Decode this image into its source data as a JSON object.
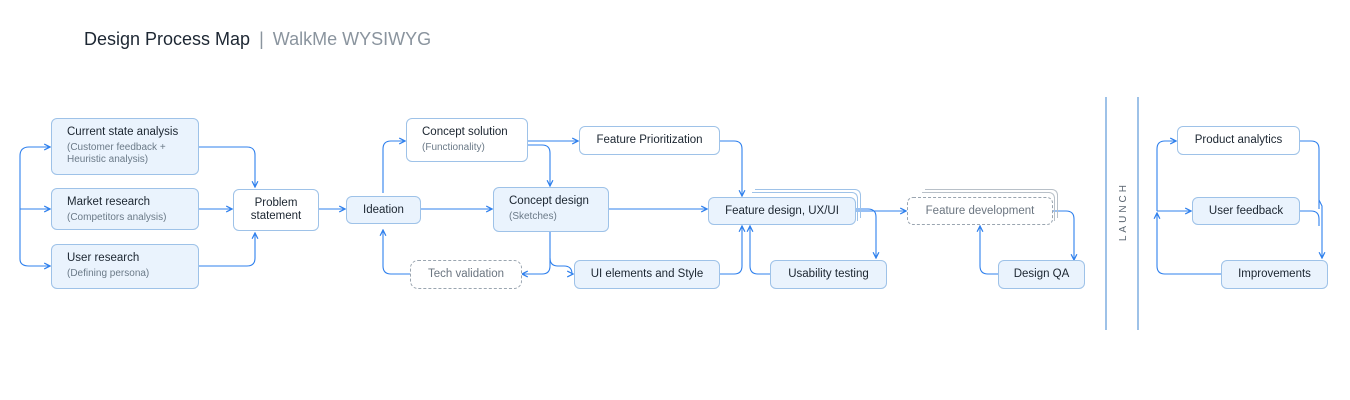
{
  "header": {
    "title": "Design Process Map",
    "separator": "|",
    "subtitle": "WalkMe WYSIWYG"
  },
  "nodes": {
    "current_state": {
      "title": "Current state analysis",
      "sub": "(Customer feedback + Heuristic analysis)"
    },
    "market_research": {
      "title": "Market research",
      "sub": "(Competitors analysis)"
    },
    "user_research": {
      "title": "User research",
      "sub": "(Defining persona)"
    },
    "problem_statement": {
      "title": "Problem statement"
    },
    "ideation": {
      "title": "Ideation"
    },
    "concept_solution": {
      "title": "Concept solution",
      "sub": "(Functionality)"
    },
    "concept_design": {
      "title": "Concept design",
      "sub": "(Sketches)"
    },
    "tech_validation": {
      "title": "Tech validation"
    },
    "feature_prioritization": {
      "title": "Feature Prioritization"
    },
    "ui_elements": {
      "title": "UI elements and Style"
    },
    "feature_design": {
      "title": "Feature design, UX/UI"
    },
    "usability_testing": {
      "title": "Usability testing"
    },
    "feature_development": {
      "title": "Feature development"
    },
    "design_qa": {
      "title": "Design QA"
    },
    "product_analytics": {
      "title": "Product analytics"
    },
    "user_feedback": {
      "title": "User feedback"
    },
    "improvements": {
      "title": "Improvements"
    }
  },
  "launch": {
    "label": "LAUNCH"
  },
  "colors": {
    "accent": "#2f80ed",
    "node_fill": "#eaf3fd",
    "node_border": "#9ec2e8",
    "dashed_border": "#9aa5b0"
  }
}
